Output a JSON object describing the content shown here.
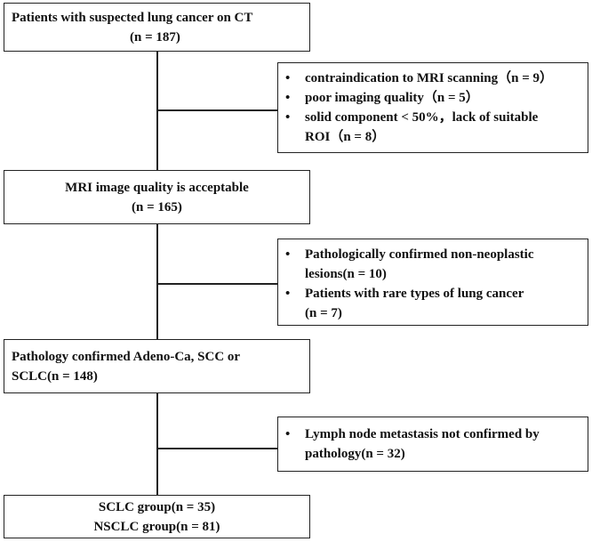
{
  "steps": [
    {
      "line1": "Patients with suspected lung cancer on CT",
      "line2": "(n = 187)"
    },
    {
      "line1": "MRI image quality is acceptable",
      "line2": "(n = 165)"
    },
    {
      "line1": "Pathology confirmed Adeno-Ca, SCC or",
      "line2": "SCLC(n = 148)"
    },
    {
      "line1": "SCLC group(n = 35)",
      "line2": "NSCLC group(n = 81)"
    }
  ],
  "exclusions": [
    {
      "items": [
        {
          "line1": "contraindication to MRI scanning（n = 9）",
          "line2": ""
        },
        {
          "line1": "poor imaging quality（n = 5）",
          "line2": ""
        },
        {
          "line1": "solid component < 50%，lack of suitable",
          "line2": "ROI（n = 8）"
        }
      ]
    },
    {
      "items": [
        {
          "line1": "Pathologically confirmed non-neoplastic",
          "line2": "lesions(n = 10)"
        },
        {
          "line1": "Patients with rare types of lung cancer",
          "line2": " (n = 7)"
        }
      ]
    },
    {
      "items": [
        {
          "line1": "Lymph node metastasis not confirmed by",
          "line2": "pathology(n = 32)"
        }
      ]
    }
  ]
}
